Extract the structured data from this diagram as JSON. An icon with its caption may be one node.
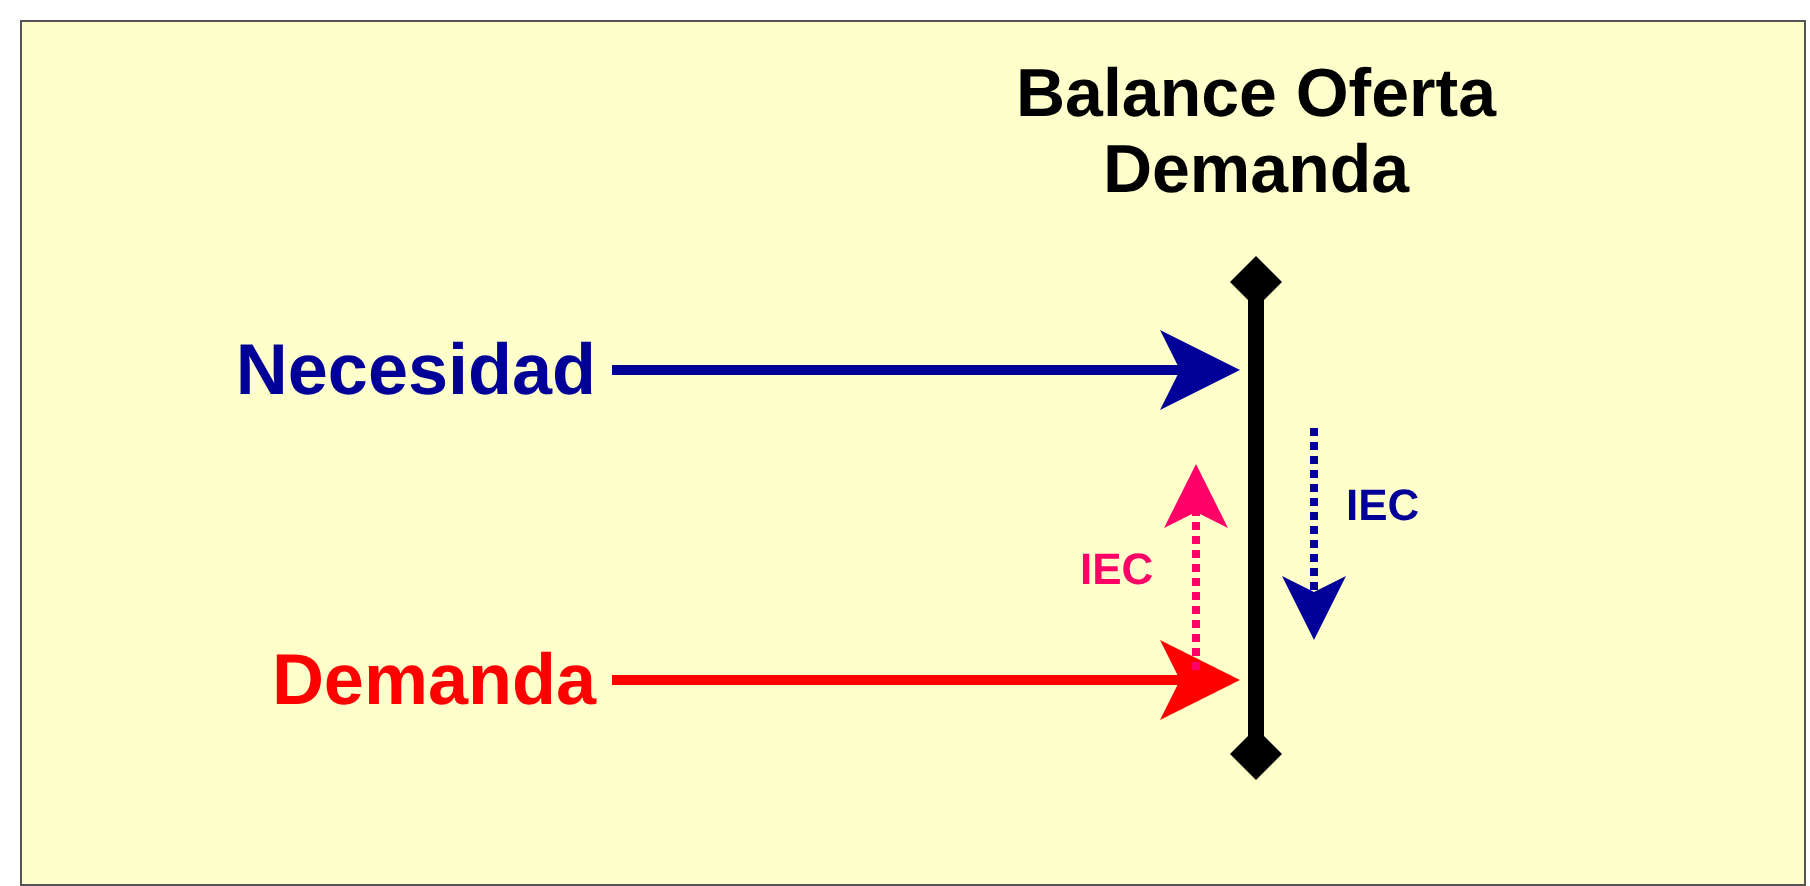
{
  "diagram": {
    "nodes": [
      {
        "text": [
          "Balance Oferta Demanda"
        ]
      },
      {
        "text": [
          "Necesidad"
        ]
      },
      {
        "text": [
          "Demanda"
        ]
      }
    ],
    "edges": [
      {
        "from": 1,
        "to": 0,
        "arrow": "to",
        "color": "#000099"
      },
      {
        "from": 2,
        "to": 0,
        "arrow": "to",
        "color": "#ff0000"
      }
    ],
    "labels": [
      "IEC",
      "IEC"
    ]
  }
}
